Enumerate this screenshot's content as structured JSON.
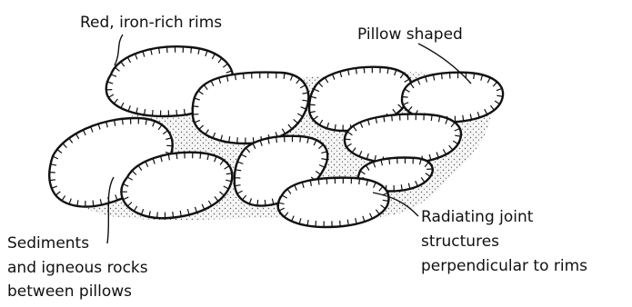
{
  "diagram": {
    "labels": {
      "rims": "Red, iron-rich rims",
      "pillow": "Pillow shaped",
      "joints": [
        "Radiating joint",
        "structures",
        "perpendicular to rims"
      ],
      "sediments": [
        "Sediments",
        "and igneous rocks",
        "between pillows"
      ]
    },
    "colors": {
      "ink": "#111111",
      "sediment": "#f6f6f6",
      "stipple": "#555555",
      "paper": "#ffffff"
    }
  }
}
